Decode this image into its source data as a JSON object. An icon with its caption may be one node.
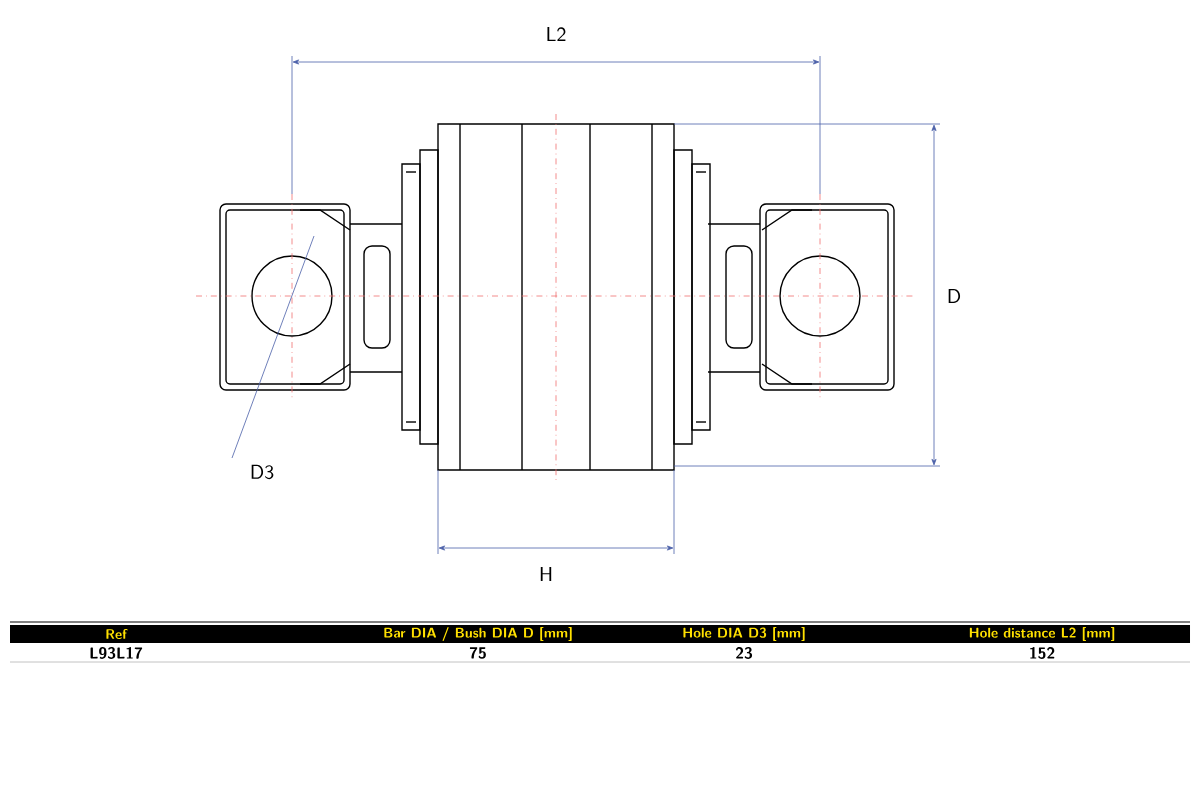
{
  "diagram": {
    "labels": [
      "L2",
      "D",
      "D3",
      "H",
      "Ref",
      "Bar DIA / Bush DIA D [mm]",
      "Hole DIA D3 [mm]",
      "Hole distance L2 [mm]",
      "L93L17",
      "75",
      "23",
      "152"
    ]
  }
}
